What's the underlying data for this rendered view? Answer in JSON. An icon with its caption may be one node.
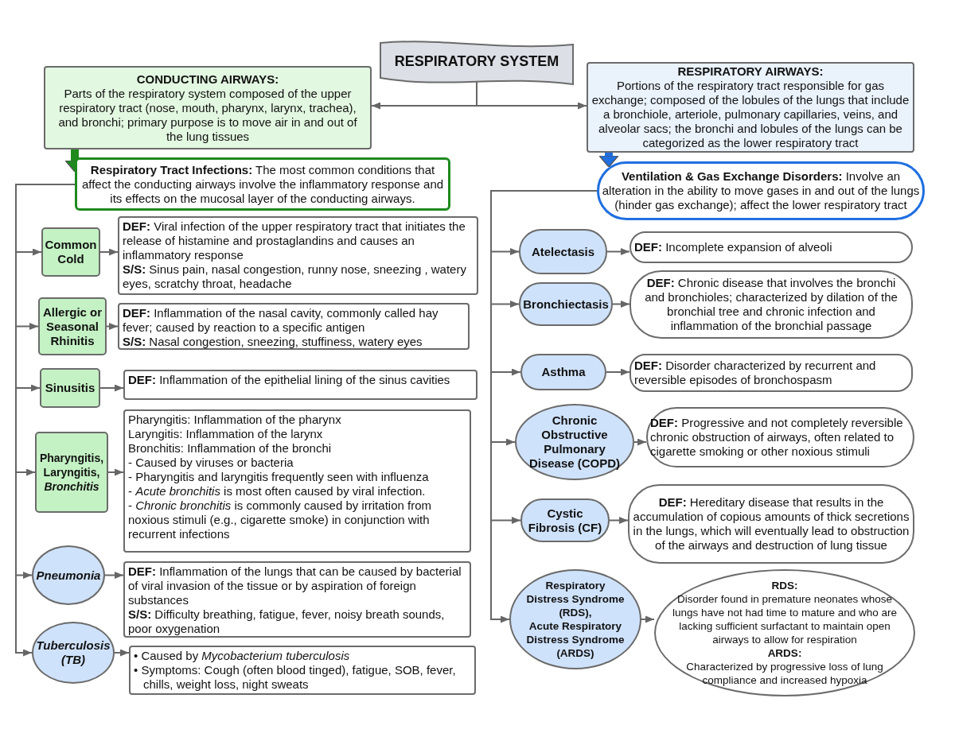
{
  "diagram": {
    "nodes": [
      {
        "text": [
          "RESPIRATORY SYSTEM"
        ]
      },
      {
        "text": [
          "CONDUCTING AIRWAYS:",
          "Parts of the respiratory system composed of the upper respiratory tract (nose, mouth, pharynx, larynx, trachea), and bronchi; primary purpose is to move air in and out of the lung tissues"
        ]
      },
      {
        "text": [
          "RESPIRATORY AIRWAYS:",
          "Portions of the respiratory tract responsible for gas exchange; composed of the lobules of the lungs that include a bronchiole, arteriole, pulmonary capillaries, veins, and alveolar sacs; the bronchi and lobules of the lungs can be categorized as the lower respiratory tract"
        ]
      },
      {
        "text": [
          "**Respiratory Tract Infections:** The most common conditions that affect the conducting airways involve the inflammatory response and its effects on the mucosal layer of the conducting airways."
        ]
      },
      {
        "text": [
          "**Ventilation & Gas Exchange Disorders:** Involve an alteration in the ability to move gases in and out of the lungs (hinder gas exchange); affect the lower respiratory tract"
        ]
      },
      {
        "text": [
          "Common Cold"
        ]
      },
      {
        "text": [
          "**DEF:** Viral infection of the upper respiratory tract that initiates the release of histamine and prostaglandins and causes an inflammatory response",
          "**S/S:** Sinus pain, nasal congestion, runny nose, sneezing , watery eyes, scratchy throat, headache"
        ]
      },
      {
        "text": [
          "Allergic or Seasonal Rhinitis"
        ]
      },
      {
        "text": [
          "**DEF:** Inflammation of the nasal cavity, commonly called hay fever; caused by reaction to a specific antigen",
          "**S/S:** Nasal congestion, sneezing, stuffiness, watery eyes"
        ]
      },
      {
        "text": [
          "Sinusitis"
        ]
      },
      {
        "text": [
          "**DEF:** Inflammation of the epithelial lining of the sinus cavities"
        ]
      },
      {
        "text": [
          "Pharyngitis, Laryngitis, *Bronchitis*"
        ]
      },
      {
        "text": [
          "Pharyngitis: Inflammation of the pharynx",
          "Laryngitis: Inflammation of the larynx",
          "Bronchitis: Inflammation of the bronchi",
          "- Caused by viruses or bacteria",
          "- Pharyngitis and laryngitis frequently seen with influenza",
          "- *Acute bronchitis* is most often caused by viral infection.",
          "- *Chronic bronchitis* is commonly caused by irritation from noxious stimuli (e.g., cigarette smoke) in conjunction with recurrent infections"
        ]
      },
      {
        "text": [
          "Pneumonia"
        ]
      },
      {
        "text": [
          "**DEF:** Inflammation of the lungs that can be caused by bacterial of viral invasion of the tissue or by aspiration of foreign substances",
          "**S/S:** Difficulty breathing, fatigue, fever, noisy breath sounds, poor oxygenation"
        ]
      },
      {
        "text": [
          "Tuberculosis (TB)"
        ]
      },
      {
        "text": [
          "• Caused by *Mycobacterium tuberculosis*",
          "• Symptoms: Cough (often blood tinged), fatigue, SOB, fever, chills, weight loss, night sweats"
        ]
      },
      {
        "text": [
          "Atelectasis"
        ]
      },
      {
        "text": [
          "**DEF:** Incomplete expansion of alveoli"
        ]
      },
      {
        "text": [
          "Bronchiectasis"
        ]
      },
      {
        "text": [
          "**DEF:** Chronic disease that involves the bronchi and bronchioles; characterized by dilation of the bronchial tree and chronic infection and inflammation of the bronchial passage"
        ]
      },
      {
        "text": [
          "Asthma"
        ]
      },
      {
        "text": [
          "**DEF:** Disorder characterized by recurrent and reversible episodes of bronchospasm"
        ]
      },
      {
        "text": [
          "Chronic Obstructive Pulmonary Disease (COPD)"
        ]
      },
      {
        "text": [
          "**DEF:** Progressive and not completely reversible chronic obstruction of airways, often related to cigarette smoking or other noxious stimuli"
        ]
      },
      {
        "text": [
          "Cystic Fibrosis (CF)"
        ]
      },
      {
        "text": [
          "**DEF:** Hereditary disease that results in the accumulation of copious amounts of thick secretions in the lungs, which will eventually lead to obstruction of the airways and destruction of lung tissue"
        ]
      },
      {
        "text": [
          "Respiratory Distress Syndrome (RDS),",
          "Acute Respiratory Distress Syndrome (ARDS)"
        ]
      },
      {
        "text": [
          "RDS:",
          "Disorder found in premature neonates whose lungs have not had time to mature and who are lacking sufficient surfactant to maintain open airways to allow for respiration",
          "ARDS:",
          "Characterized by progressive loss of lung compliance and increased hypoxia"
        ]
      }
    ],
    "edges": [
      {
        "from": 0,
        "to": 1,
        "arrow": "to"
      },
      {
        "from": 0,
        "to": 2,
        "arrow": "to"
      },
      {
        "from": 1,
        "to": 3,
        "arrow": "to",
        "style": "thick",
        "color": "#1e8a1e"
      },
      {
        "from": 2,
        "to": 4,
        "arrow": "to",
        "style": "thick",
        "color": "#1f6fe0"
      },
      {
        "from": 3,
        "to": 5,
        "arrow": "to"
      },
      {
        "from": 3,
        "to": 7,
        "arrow": "to"
      },
      {
        "from": 3,
        "to": 9,
        "arrow": "to"
      },
      {
        "from": 3,
        "to": 11,
        "arrow": "to"
      },
      {
        "from": 3,
        "to": 13,
        "arrow": "to"
      },
      {
        "from": 3,
        "to": 15,
        "arrow": "to"
      },
      {
        "from": 5,
        "to": 6,
        "arrow": "to"
      },
      {
        "from": 7,
        "to": 8,
        "arrow": "to"
      },
      {
        "from": 9,
        "to": 10,
        "arrow": "to"
      },
      {
        "from": 11,
        "to": 12,
        "arrow": "to"
      },
      {
        "from": 13,
        "to": 14,
        "arrow": "to"
      },
      {
        "from": 15,
        "to": 16,
        "arrow": "to"
      },
      {
        "from": 4,
        "to": 17,
        "arrow": "to"
      },
      {
        "from": 4,
        "to": 19,
        "arrow": "to"
      },
      {
        "from": 4,
        "to": 21,
        "arrow": "to"
      },
      {
        "from": 4,
        "to": 23,
        "arrow": "to"
      },
      {
        "from": 4,
        "to": 25,
        "arrow": "to"
      },
      {
        "from": 4,
        "to": 27,
        "arrow": "to"
      },
      {
        "from": 17,
        "to": 18,
        "arrow": "to"
      },
      {
        "from": 19,
        "to": 20,
        "arrow": "to"
      },
      {
        "from": 21,
        "to": 22,
        "arrow": "to"
      },
      {
        "from": 23,
        "to": 24,
        "arrow": "to"
      },
      {
        "from": 25,
        "to": 26,
        "arrow": "to"
      },
      {
        "from": 27,
        "to": 28,
        "arrow": "to"
      }
    ]
  }
}
